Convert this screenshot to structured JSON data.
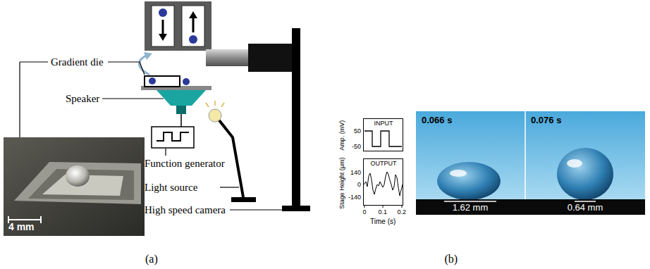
{
  "diagram": {
    "nodes": [
      {
        "text": [
          "4 mm"
        ]
      },
      {
        "text": [
          "INPUT"
        ]
      },
      {
        "text": [
          "OUTPUT"
        ]
      },
      {
        "text": [
          "0.066 s",
          "1.62 mm"
        ]
      },
      {
        "text": [
          "0.076 s",
          "0.64 mm"
        ]
      }
    ],
    "labels": [
      "Gradient die",
      "Speaker",
      "Function generator",
      "Light source",
      "High speed camera",
      "(a)",
      "Amp. (mV)",
      "50",
      "-50",
      "Stage Height (μm)",
      "140",
      "0",
      "-140",
      "0",
      "0.1",
      "0.2",
      "Time (s)",
      "(b)"
    ]
  }
}
